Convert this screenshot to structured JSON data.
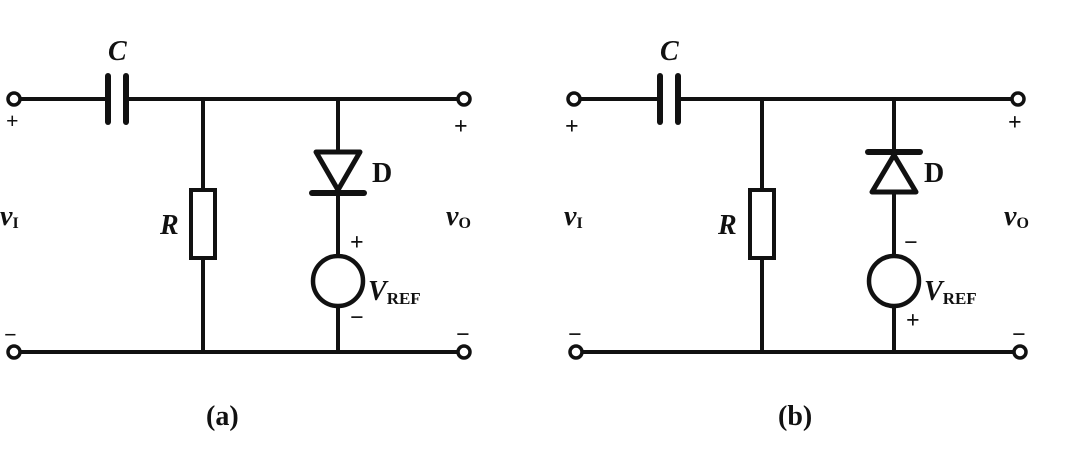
{
  "circuit_a": {
    "caption": "(a)",
    "capacitor": "C",
    "resistor": "R",
    "diode": "D",
    "source_main": "V",
    "source_sub": "REF",
    "input_main": "v",
    "input_sub": "I",
    "output_main": "v",
    "output_sub": "O",
    "in_top_sign": "+",
    "in_bot_sign": "−",
    "out_top_sign": "+",
    "out_bot_sign": "−",
    "src_top_sign": "+",
    "src_bot_sign": "−"
  },
  "circuit_b": {
    "caption": "(b)",
    "capacitor": "C",
    "resistor": "R",
    "diode": "D",
    "source_main": "V",
    "source_sub": "REF",
    "input_main": "v",
    "input_sub": "I",
    "output_main": "v",
    "output_sub": "O",
    "in_top_sign": "+",
    "in_bot_sign": "−",
    "out_top_sign": "+",
    "out_bot_sign": "−",
    "src_top_sign": "−",
    "src_bot_sign": "+"
  }
}
